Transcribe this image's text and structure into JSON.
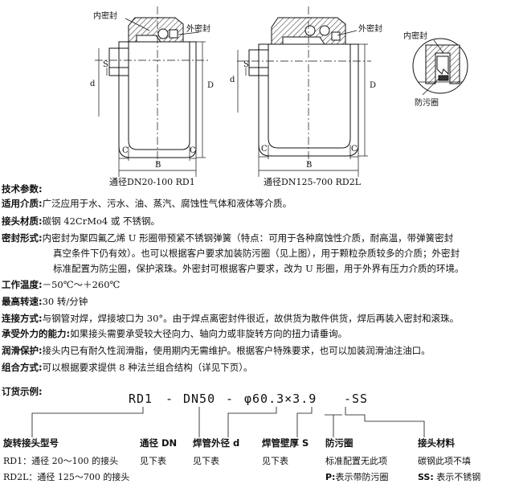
{
  "drawings": {
    "labels": {
      "inner_seal_1": "内密封",
      "outer_seal_1": "外密封",
      "outer_seal_2": "外密封",
      "inner_seal_3": "内密封",
      "dust_ring_3": "防污圈",
      "S": "S",
      "d": "d",
      "D": "D",
      "C": "C",
      "B": "B"
    },
    "caption_1": "通径DN20-100   RD1",
    "caption_2": "通径DN125-700   RD2L"
  },
  "params": {
    "title": "技术参数:",
    "medium_label": "适用介质:",
    "medium_text": "广泛应用于水、污水、油、蒸汽、腐蚀性气体和液体等介质。",
    "material_label": "接头材质:",
    "material_text": "碳钢 42CrMo4 或 不锈钢。",
    "seal_label": "密封形式:",
    "seal_text_1": "内密封为聚四氟乙烯 U 形圈带预紧不锈钢弹簧（特点：可用于各种腐蚀性介质，耐高温，带弹簧密封",
    "seal_text_2": "真空条件下仍有效）。也可以根据客户要求加装防污圈（见上图），用于颗粒杂质较多的介质；外密封",
    "seal_text_3": "标准配置为防尘圈，保护滚珠。外密封可根据客户要求，改为 U 形圈，用于外界有压力介质的环境。",
    "temp_label": "工作温度:",
    "temp_text": "－50℃～＋260℃",
    "speed_label": "最高转速:",
    "speed_text": "30 转/分钟",
    "conn_label": "连接方式:",
    "conn_text": "与钢管对焊，焊接坡口为 30°。由于焊点离密封件很近，故供货为散件供货，焊后再装入密封和滚珠。",
    "load_label": "承受外力的能力:",
    "load_text": "如果接头需要承受较大径向力、轴向力或非旋转方向的扭力请垂询。",
    "lube_label": "润滑保护:",
    "lube_text": "接头内已有耐久性润滑脂，使用期内无需维护。根据客户特殊要求，也可以加装润滑油注油口。",
    "combo_label": "组合方式:",
    "combo_text": "可以根据要求提供 8 种法兰组合结构（详见下页）。"
  },
  "order": {
    "title": "订货示例:",
    "code": {
      "p1": "RD1",
      "d1": "-",
      "p2": "DN50",
      "d2": "-",
      "p3": "φ60.3×3.9",
      "p4": "-SS"
    },
    "cols": {
      "model_head": "旋转接头型号",
      "model_v1": "RD1：通径 20～100 的接头",
      "model_v2": "RD2L：通径 125～700 的接头",
      "dn_head": "通径 DN",
      "dn_v1": "见下表",
      "od_head": "焊管外径 d",
      "od_v1": "见下表",
      "wall_head": "焊管壁厚 S",
      "wall_v1": "见下表",
      "dust_head": "防污圈",
      "dust_v1": "标准配置无此项",
      "dust_v2_key": "P:",
      "dust_v2_text": "表示带防污圈",
      "mat_head": "接头材料",
      "mat_v1": "碳钢此项不填",
      "mat_v2_key": "SS:",
      "mat_v2_text": "表示不锈钢"
    }
  }
}
